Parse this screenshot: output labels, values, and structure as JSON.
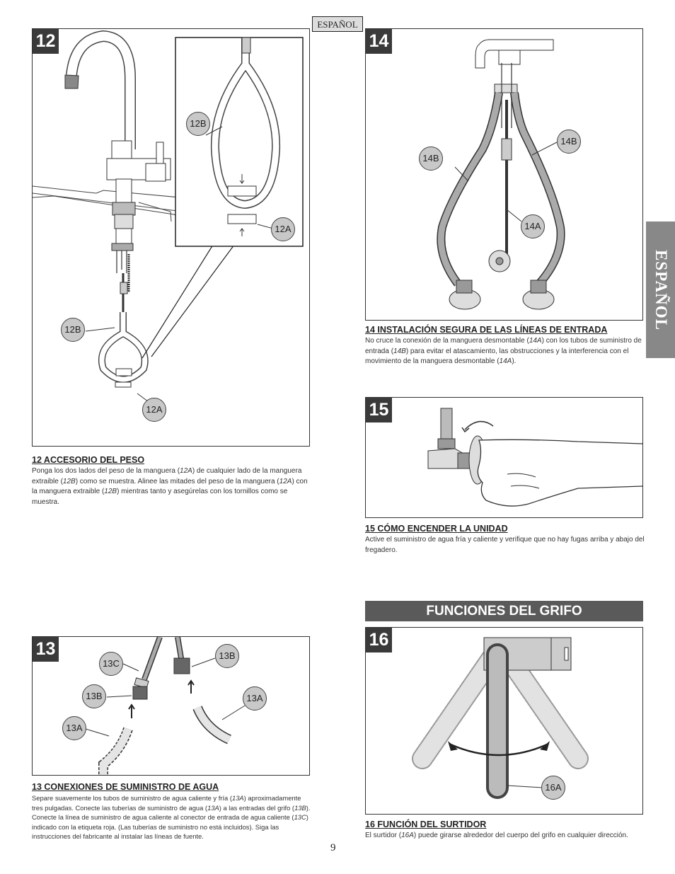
{
  "header": {
    "language_tag": "ESPAÑOL"
  },
  "side_tab": {
    "label": "ESPAÑOL"
  },
  "steps": {
    "s12": {
      "number": "12",
      "callouts": {
        "a1": "12B",
        "a2": "12A",
        "b1": "12B",
        "b2": "12A"
      },
      "title": "12  ACCESORIO DEL PESO",
      "body": [
        {
          "t": "Ponga los dos lados del peso de la manguera ("
        },
        {
          "i": "12A"
        },
        {
          "t": ") de cualquier lado de la manguera extraible ("
        },
        {
          "i": "12B"
        },
        {
          "t": ") como se muestra. Alinee las mitades del peso de la manguera ("
        },
        {
          "i": "12A"
        },
        {
          "t": ") con la manguera extraible ("
        },
        {
          "i": "12B"
        },
        {
          "t": ") mientras tanto y asegúrelas con los tornillos como se muestra."
        }
      ]
    },
    "s13": {
      "number": "13",
      "callouts": {
        "c13c": "13C",
        "c13b_left": "13B",
        "c13a_left": "13A",
        "c13b_right": "13B",
        "c13a_right": "13A"
      },
      "title": "13  CONEXIONES DE SUMINISTRO DE AGUA",
      "body": [
        {
          "t": "Separe suavemente los tubos de suministro de agua caliente y fría ("
        },
        {
          "i": "13A"
        },
        {
          "t": ") aproximadamente tres pulgadas. Conecte las tuberías de suministro de agua ("
        },
        {
          "i": "13A"
        },
        {
          "t": ") a las entradas del grifo ("
        },
        {
          "i": "13B"
        },
        {
          "t": "). Conecte la línea de suministro de agua caliente al conector de entrada de agua caliente ("
        },
        {
          "i": "13C"
        },
        {
          "t": ") indicado con la etiqueta roja. (Las tuberías de suministro no está incluidos). Siga las instrucciones del fabricante al instalar las líneas de fuente."
        }
      ]
    },
    "s14": {
      "number": "14",
      "callouts": {
        "b_left": "14B",
        "b_right": "14B",
        "a": "14A"
      },
      "title": "14  INSTALACIÓN SEGURA DE LAS LÍNEAS DE ENTRADA",
      "body": [
        {
          "t": "No cruce la conexión de la manguera desmontable ("
        },
        {
          "i": "14A"
        },
        {
          "t": ") con los tubos de suministro de entrada ("
        },
        {
          "i": "14B"
        },
        {
          "t": ") para evitar el atascamiento, las obstrucciones y la interferencia con el movimiento de la manguera desmontable ("
        },
        {
          "i": "14A"
        },
        {
          "t": ")."
        }
      ]
    },
    "s15": {
      "number": "15",
      "title": "15  CÓMO ENCENDER LA UNIDAD",
      "body": [
        {
          "t": "Active el suministro de agua fría y caliente y verifique que no hay fugas arriba y abajo del fregadero."
        }
      ]
    },
    "s16": {
      "number": "16",
      "callouts": {
        "a": "16A"
      },
      "title": "16  FUNCIÓN DEL SURTIDOR",
      "body": [
        {
          "t": "El surtidor ("
        },
        {
          "i": "16A"
        },
        {
          "t": ") puede girarse alrededor del cuerpo del grifo en cualquier dirección."
        }
      ]
    }
  },
  "section_heading": "FUNCIONES DEL GRIFO",
  "page_number": "9"
}
